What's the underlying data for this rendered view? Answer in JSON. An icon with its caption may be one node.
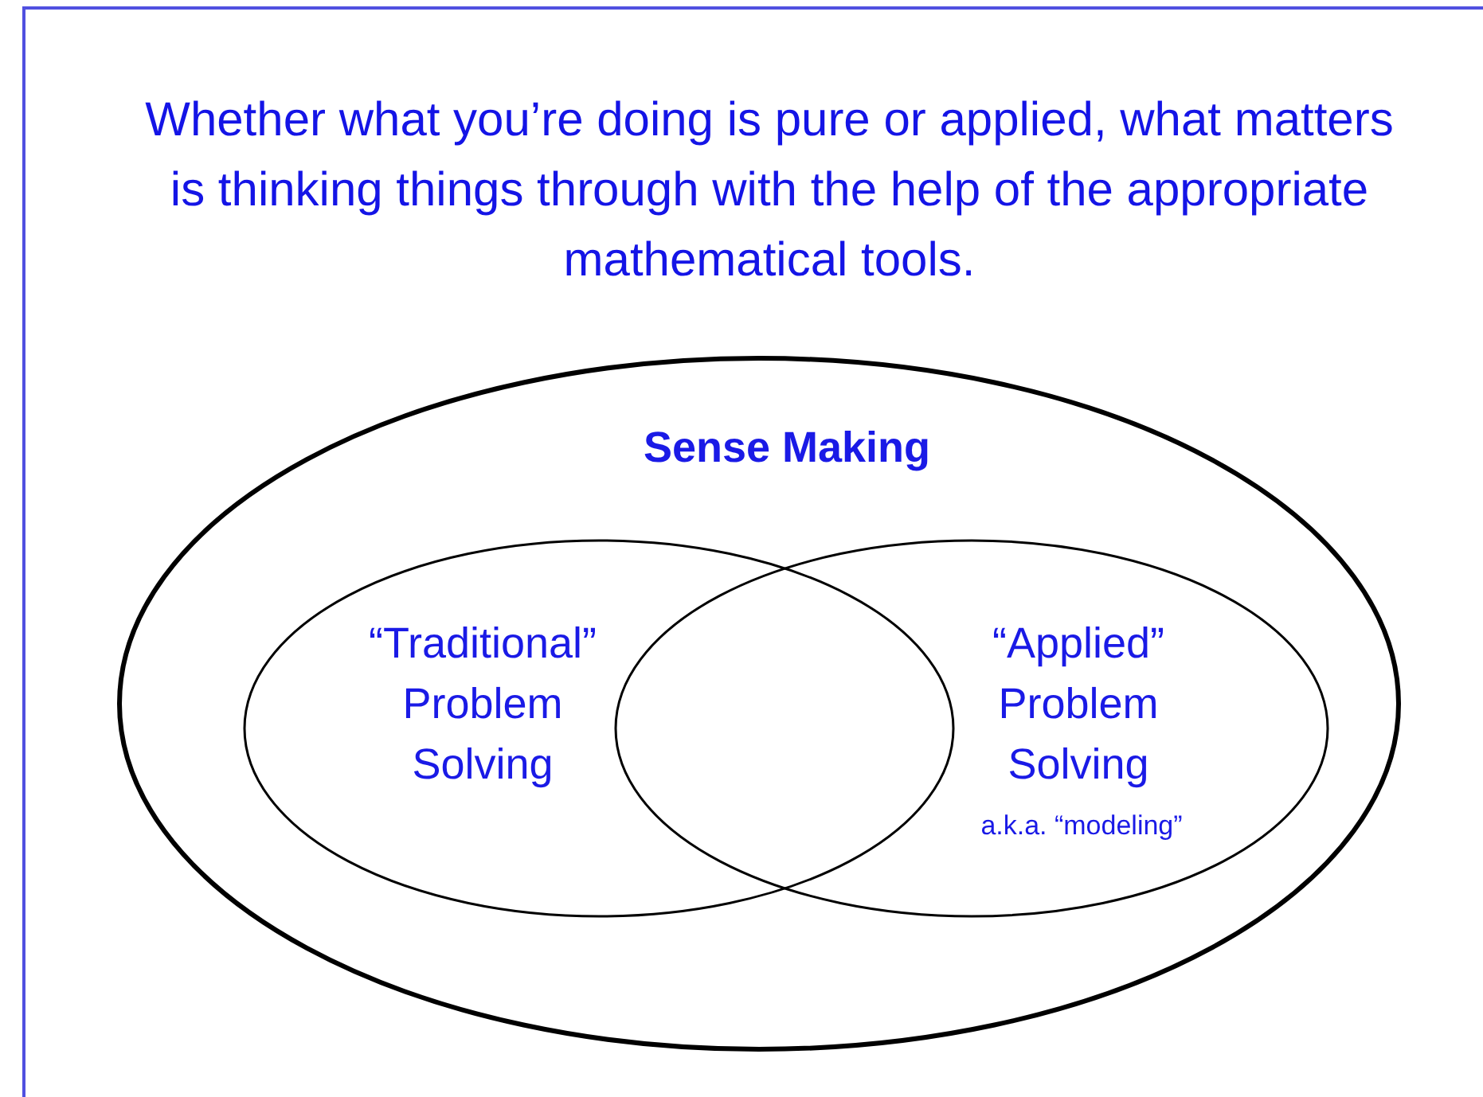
{
  "diagram": {
    "title": "Whether what you’re doing is pure or applied, what matters is thinking things through with the help of the appropriate mathematical tools.",
    "nodes": [
      {
        "text": [
          "Sense Making"
        ]
      },
      {
        "text": [
          "“Traditional” Problem Solving"
        ],
        "in": 0
      },
      {
        "text": [
          "“Applied” Problem Solving",
          "a.k.a. “modeling”"
        ],
        "in": 0
      }
    ]
  }
}
